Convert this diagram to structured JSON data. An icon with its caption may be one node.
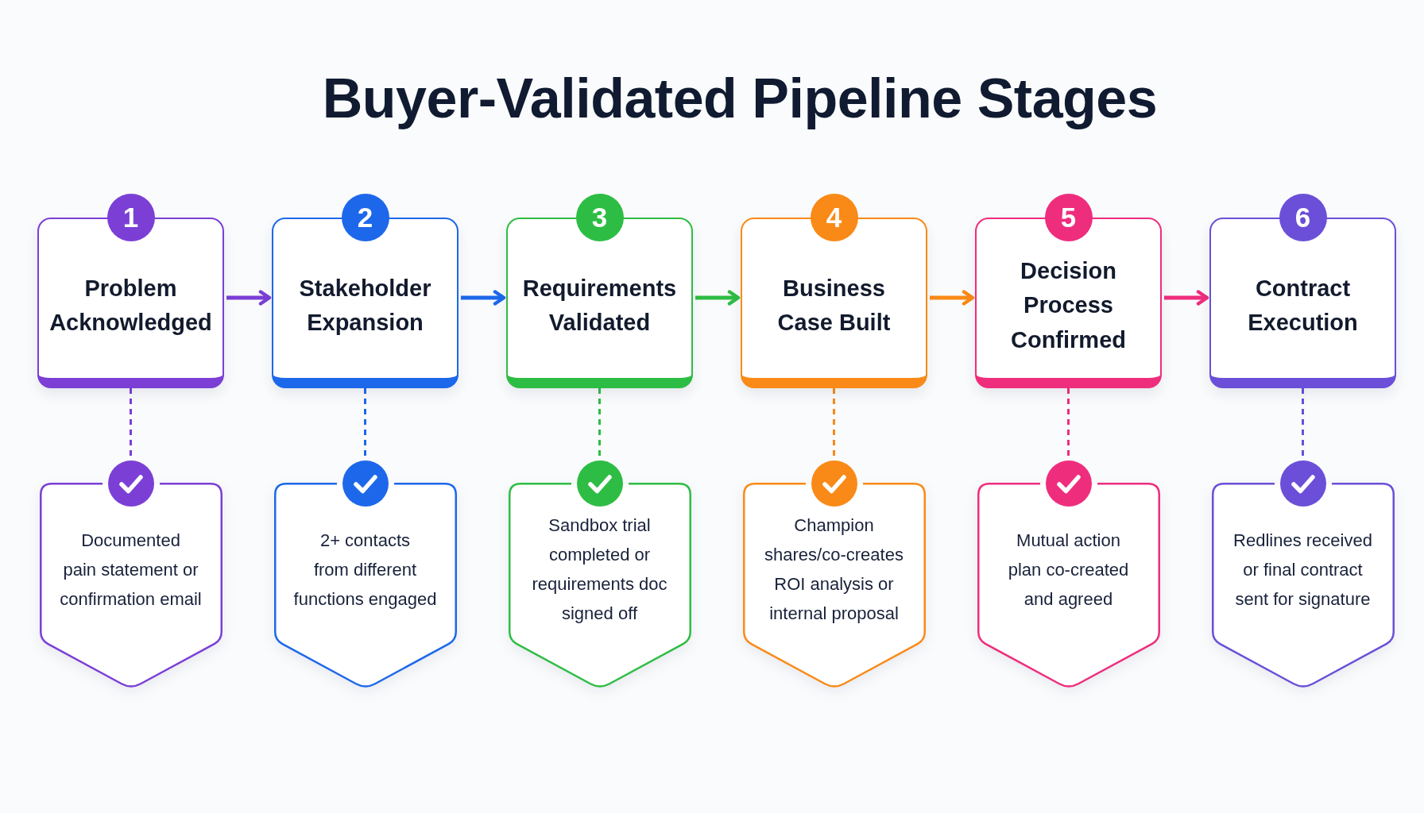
{
  "diagram": {
    "title": "Buyer-Validated Pipeline Stages",
    "nodes": [
      {
        "text": [
          "1",
          "Problem Acknowledged"
        ]
      },
      {
        "text": [
          "2",
          "Stakeholder Expansion"
        ]
      },
      {
        "text": [
          "3",
          "Requirements Validated"
        ]
      },
      {
        "text": [
          "4",
          "Business Case Built"
        ]
      },
      {
        "text": [
          "5",
          "Decision Process Confirmed"
        ]
      },
      {
        "text": [
          "6",
          "Contract Execution"
        ]
      },
      {
        "text": [
          "Documented pain statement or confirmation email"
        ]
      },
      {
        "text": [
          "2+ contacts from different functions engaged"
        ]
      },
      {
        "text": [
          "Sandbox trial completed or requirements doc signed off"
        ]
      },
      {
        "text": [
          "Champion shares/co-creates ROI analysis or internal proposal"
        ]
      },
      {
        "text": [
          "Mutual action plan co-created and agreed"
        ]
      },
      {
        "text": [
          "Redlines received or final contract sent for signature"
        ]
      }
    ],
    "edges": [
      {
        "from": 0,
        "to": 1,
        "arrow": "to",
        "color": "#7b3fd6"
      },
      {
        "from": 1,
        "to": 2,
        "arrow": "to",
        "color": "#1d68ea"
      },
      {
        "from": 2,
        "to": 3,
        "arrow": "to",
        "color": "#2ebd44"
      },
      {
        "from": 3,
        "to": 4,
        "arrow": "to",
        "color": "#f98a17"
      },
      {
        "from": 4,
        "to": 5,
        "arrow": "to",
        "color": "#ef2d7d"
      },
      {
        "from": 0,
        "to": 6,
        "arrow": "none",
        "style": "dashed",
        "color": "#7b3fd6"
      },
      {
        "from": 1,
        "to": 7,
        "arrow": "none",
        "style": "dashed",
        "color": "#1d68ea"
      },
      {
        "from": 2,
        "to": 8,
        "arrow": "none",
        "style": "dashed",
        "color": "#2ebd44"
      },
      {
        "from": 3,
        "to": 9,
        "arrow": "none",
        "style": "dashed",
        "color": "#f98a17"
      },
      {
        "from": 4,
        "to": 10,
        "arrow": "none",
        "style": "dashed",
        "color": "#ef2d7d"
      },
      {
        "from": 5,
        "to": 11,
        "arrow": "none",
        "style": "dashed",
        "color": "#6b4fd8"
      }
    ]
  }
}
